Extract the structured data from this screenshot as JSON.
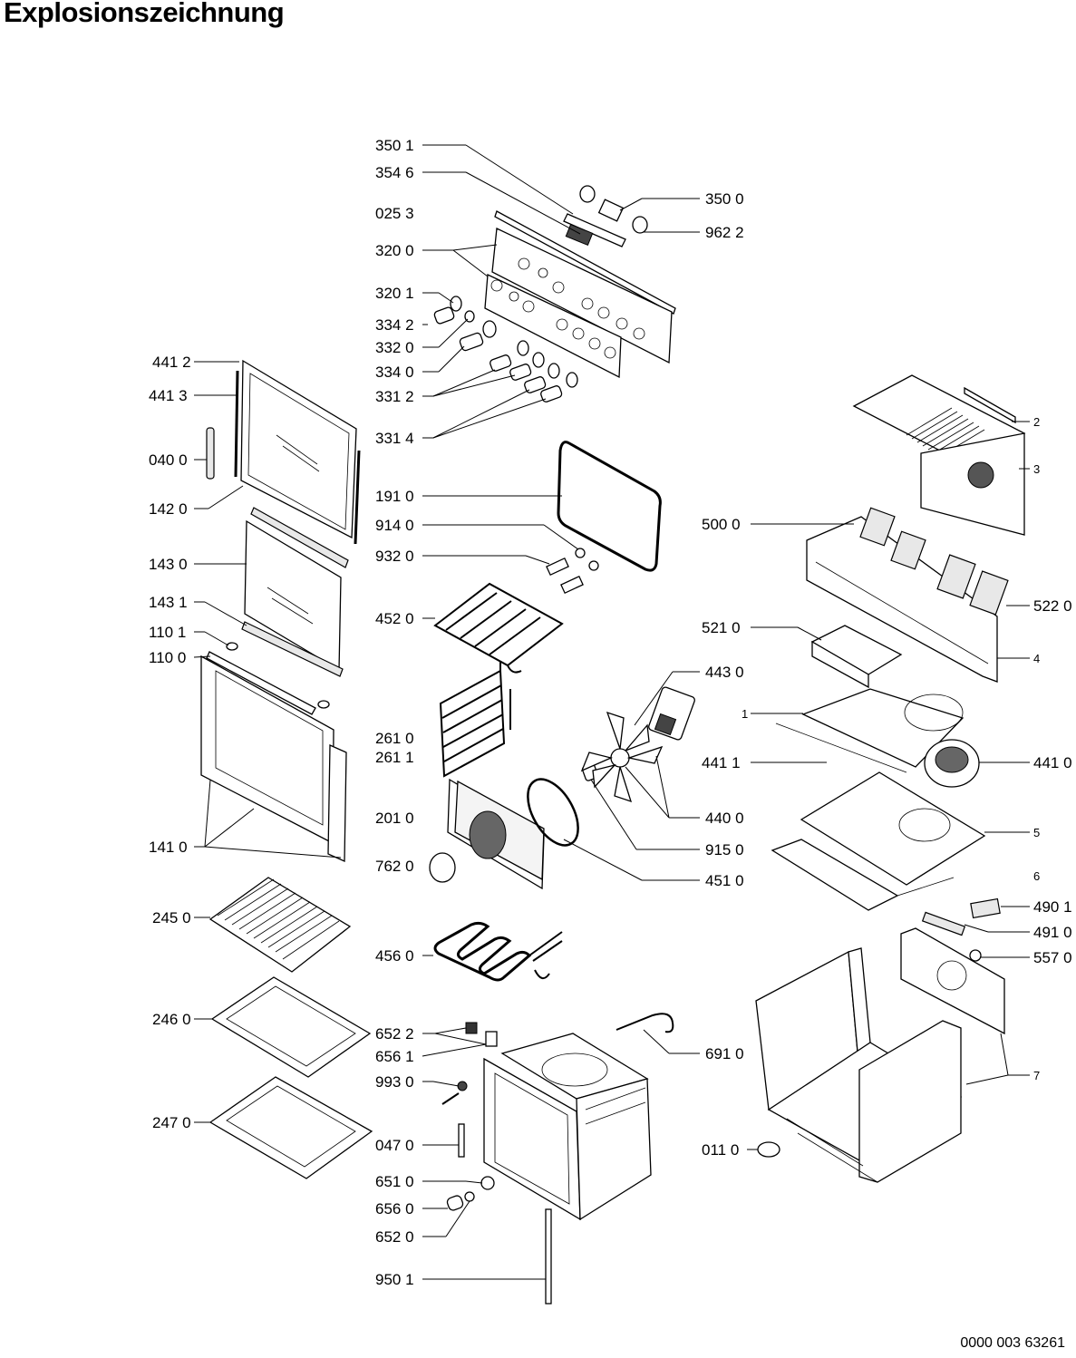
{
  "title": "Explosionszeichnung",
  "document_number": "0000 003 63261",
  "labels": {
    "l3501": "350 1",
    "l3546": "354 6",
    "l0253": "025 3",
    "l3200": "320 0",
    "l3201": "320 1",
    "l3342": "334 2",
    "l3320": "332 0",
    "l3340": "334 0",
    "l3312": "331 2",
    "l3314": "331 4",
    "l3500": "350 0",
    "l9622": "962 2",
    "l4412": "441 2",
    "l4413": "441 3",
    "l0400": "040 0",
    "l1420": "142 0",
    "l1430": "143 0",
    "l1431": "143 1",
    "l1101": "110 1",
    "l1100": "110 0",
    "l1410": "141 0",
    "l2450": "245 0",
    "l2460": "246 0",
    "l2470": "247 0",
    "l1910": "191 0",
    "l9140": "914 0",
    "l9320": "932 0",
    "l4520": "452 0",
    "l2610": "261 0",
    "l2611": "261 1",
    "l2010": "201 0",
    "l7620": "762 0",
    "l4560": "456 0",
    "l6522": "652 2",
    "l6561": "656 1",
    "l9930": "993 0",
    "l0470": "047 0",
    "l6510": "651 0",
    "l6560": "656 0",
    "l6520": "652 0",
    "l9501": "950 1",
    "l4430": "443 0",
    "l4400": "440 0",
    "l9150": "915 0",
    "l4510": "451 0",
    "l6910": "691 0",
    "l0110": "011 0",
    "l5000": "500 0",
    "l5220": "522 0",
    "l5210": "521 0",
    "l4411": "441 1",
    "l4410": "441 0",
    "l4901": "490 1",
    "l4910": "491 0",
    "l5570": "557 0",
    "n2": "2",
    "n3": "3",
    "n4": "4",
    "n1": "1",
    "n5": "5",
    "n6": "6",
    "n7": "7"
  }
}
